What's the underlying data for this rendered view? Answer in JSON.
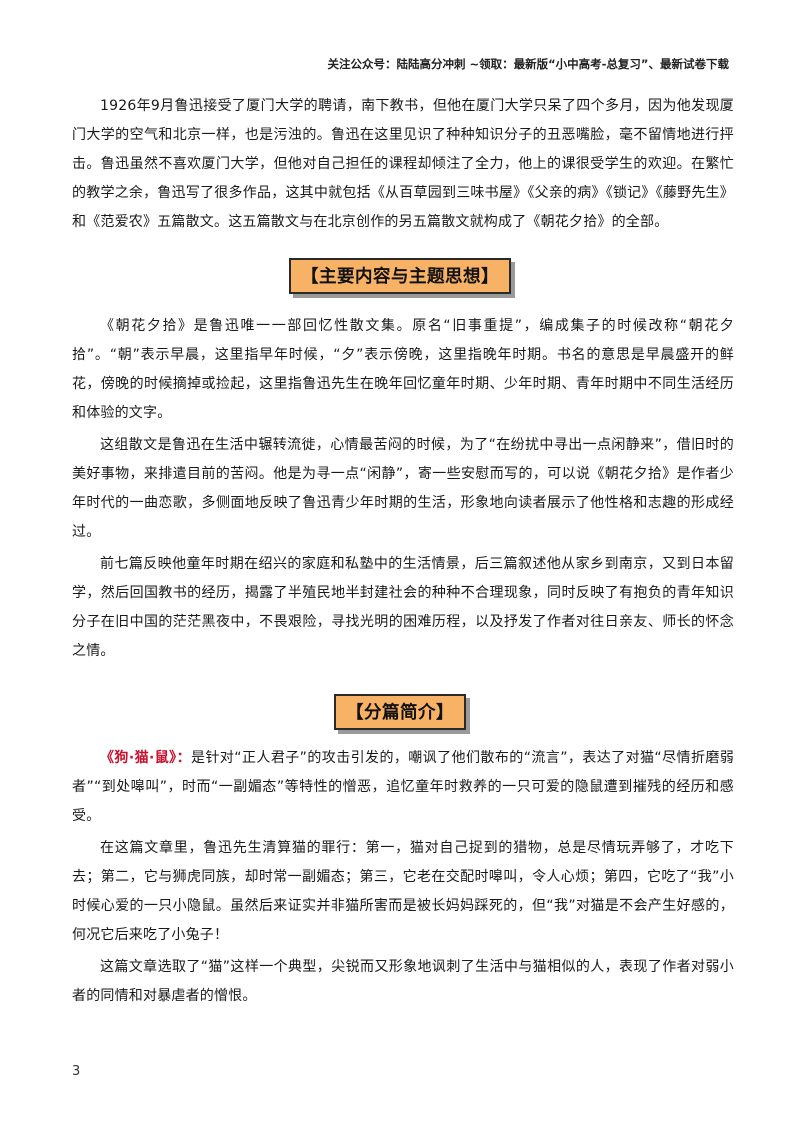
{
  "header": {
    "note": "关注公众号：陆陆高分冲刺 ~领取：最新版“小中高考-总复习”、最新试卷下载"
  },
  "intro": {
    "p1": "1926年9月鲁迅接受了厦门大学的聘请，南下教书，但他在厦门大学只呆了四个多月，因为他发现厦门大学的空气和北京一样，也是污浊的。鲁迅在这里见识了种种知识分子的丑恶嘴脸，毫不留情地进行抨击。鲁迅虽然不喜欢厦门大学，但他对自己担任的课程却倾注了全力，他上的课很受学生的欢迎。在繁忙的教学之余，鲁迅写了很多作品，这其中就包括《从百草园到三味书屋》《父亲的病》《锁记》《藤野先生》和《范爱农》五篇散文。这五篇散文与在北京创作的另五篇散文就构成了《朝花夕拾》的全部。"
  },
  "section_main": {
    "title": "【主要内容与主题思想】",
    "p1": "《朝花夕拾》是鲁迅唯一一部回忆性散文集。原名“旧事重提”，编成集子的时候改称“朝花夕拾”。“朝”表示早晨，这里指早年时候，“夕”表示傍晚，这里指晚年时期。书名的意思是早晨盛开的鲜花，傍晚的时候摘掉或捡起，这里指鲁迅先生在晚年回忆童年时期、少年时期、青年时期中不同生活经历和体验的文字。",
    "p2": "这组散文是鲁迅在生活中辗转流徙，心情最苦闷的时候，为了“在纷扰中寻出一点闲静来”，借旧时的美好事物，来排遣目前的苦闷。他是为寻一点“闲静”，寄一些安慰而写的，可以说《朝花夕拾》是作者少年时代的一曲恋歌，多侧面地反映了鲁迅青少年时期的生活，形象地向读者展示了他性格和志趣的形成经过。",
    "p3": "前七篇反映他童年时期在绍兴的家庭和私塾中的生活情景，后三篇叙述他从家乡到南京，又到日本留学，然后回国教书的经历，揭露了半殖民地半封建社会的种种不合理现象，同时反映了有抱负的青年知识分子在旧中国的茫茫黑夜中，不畏艰险，寻找光明的困难历程，以及抒发了作者对往日亲友、师长的怀念之情。"
  },
  "section_intro": {
    "title": "【分篇简介】",
    "essay_title": "《狗·猫·鼠》：",
    "p1_rest": "是针对“正人君子”的攻击引发的，嘲讽了他们散布的“流言”，表达了对猫“尽情折磨弱者”“到处嗥叫”，时而“一副媚态”等特性的憎恶，追忆童年时救养的一只可爱的隐鼠遭到摧残的经历和感受。",
    "p2": "在这篇文章里，鲁迅先生清算猫的罪行：第一，猫对自己捉到的猎物，总是尽情玩弄够了，才吃下去；第二，它与狮虎同族，却时常一副媚态；第三，它老在交配时嗥叫，令人心烦；第四，它吃了“我”小时候心爱的一只小隐鼠。虽然后来证实并非猫所害而是被长妈妈踩死的，但“我”对猫是不会产生好感的，何况它后来吃了小兔子！",
    "p3": "这篇文章选取了“猫”这样一个典型，尖锐而又形象地讽刺了生活中与猫相似的人，表现了作者对弱小者的同情和对暴虐者的憎恨。"
  },
  "footer": {
    "page_number": "3"
  },
  "colors": {
    "banner_fill": "#f7b266",
    "essay_title": "#c8102e"
  }
}
